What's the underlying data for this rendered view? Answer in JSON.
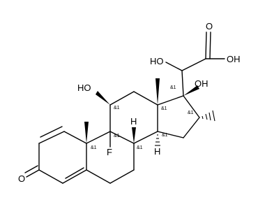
{
  "molecule": {
    "atom_labels": {
      "oxo": "O",
      "hydroxy_11": "HO",
      "fluoro_9": "F",
      "hydrogen_8": "H",
      "hydrogen_14": "H",
      "hydroxy_17": "OH",
      "hydroxy_alpha": "HO",
      "acid_oh": "OH",
      "acid_o": "O"
    },
    "stereo_label": "&1"
  }
}
